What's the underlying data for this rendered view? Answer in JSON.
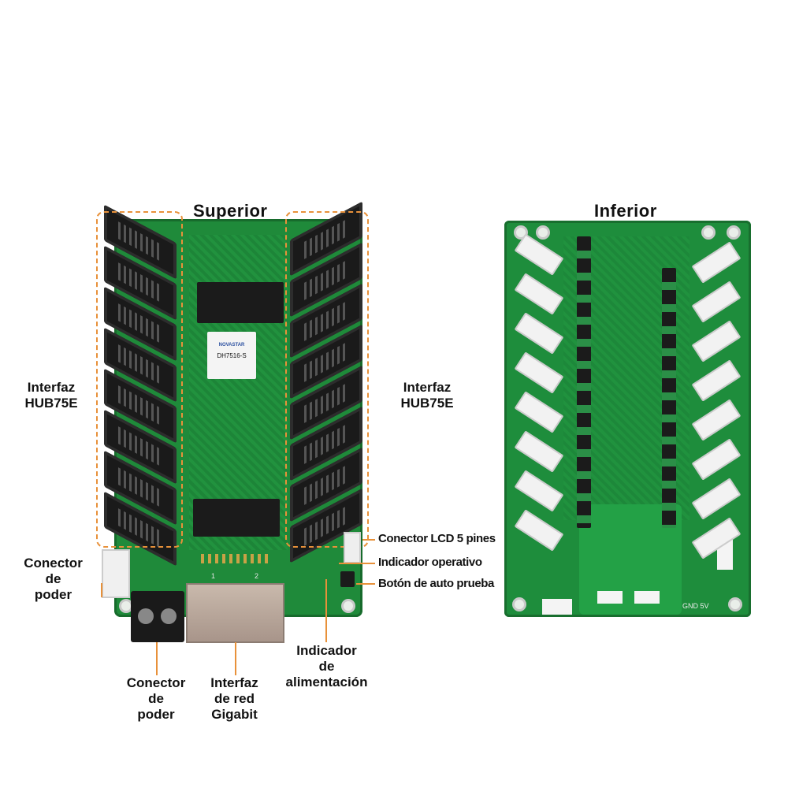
{
  "titles": {
    "top": "Superior",
    "bottom": "Inferior"
  },
  "labels": {
    "hub_left": [
      "Interfaz",
      "HUB75E"
    ],
    "hub_right": [
      "Interfaz",
      "HUB75E"
    ],
    "power_left": [
      "Conector",
      "de",
      "poder"
    ],
    "power_bottom": [
      "Conector",
      "de",
      "poder"
    ],
    "network": [
      "Interfaz",
      "de red",
      "Gigabit"
    ],
    "power_indicator": [
      "Indicador",
      "de",
      "alimentación"
    ],
    "lcd": "Conector LCD 5 pines",
    "operative": "Indicador operativo",
    "selftest": "Botón de auto prueba"
  },
  "board": {
    "brand": "NOVASTAR",
    "chip": "DH7516-S",
    "port1": "1",
    "port2": "2",
    "gnd": "GND",
    "v5": "5V"
  },
  "colors": {
    "accent": "#e8913a",
    "pcb": "#1f8a3a"
  }
}
